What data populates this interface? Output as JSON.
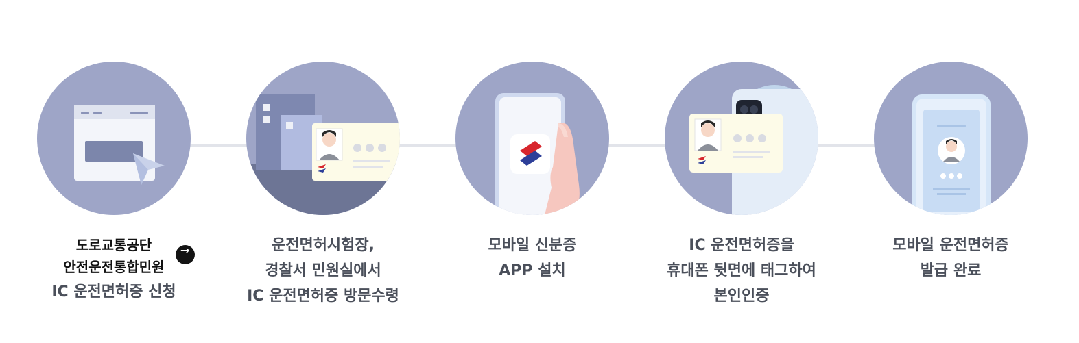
{
  "steps": [
    {
      "icon": "browser-pointer-icon",
      "link_line1": "도로교통공단",
      "link_line2": "안전운전통합민원",
      "link_arrow": "→",
      "line3": "IC 운전면허증 신청"
    },
    {
      "icon": "building-id-card-icon",
      "line1": "운전면허시험장,",
      "line2": "경찰서 민원실에서",
      "line3": "IC 운전면허증 방문수령"
    },
    {
      "icon": "phone-app-icon",
      "line1": "모바일 신분증",
      "line2": "APP 설치"
    },
    {
      "icon": "phone-tag-card-icon",
      "line1": "IC 운전면허증을",
      "line2": "휴대폰 뒷면에 태그하여",
      "line3": "본인인증"
    },
    {
      "icon": "mobile-license-icon",
      "line1": "모바일 운전면허증",
      "line2": "발급 완료"
    }
  ],
  "colors": {
    "circle": "#9ea5c7",
    "connector": "#e2e4ea",
    "text": "#4a4f5a",
    "brand_red": "#d7262d",
    "brand_blue": "#2d3f99"
  }
}
